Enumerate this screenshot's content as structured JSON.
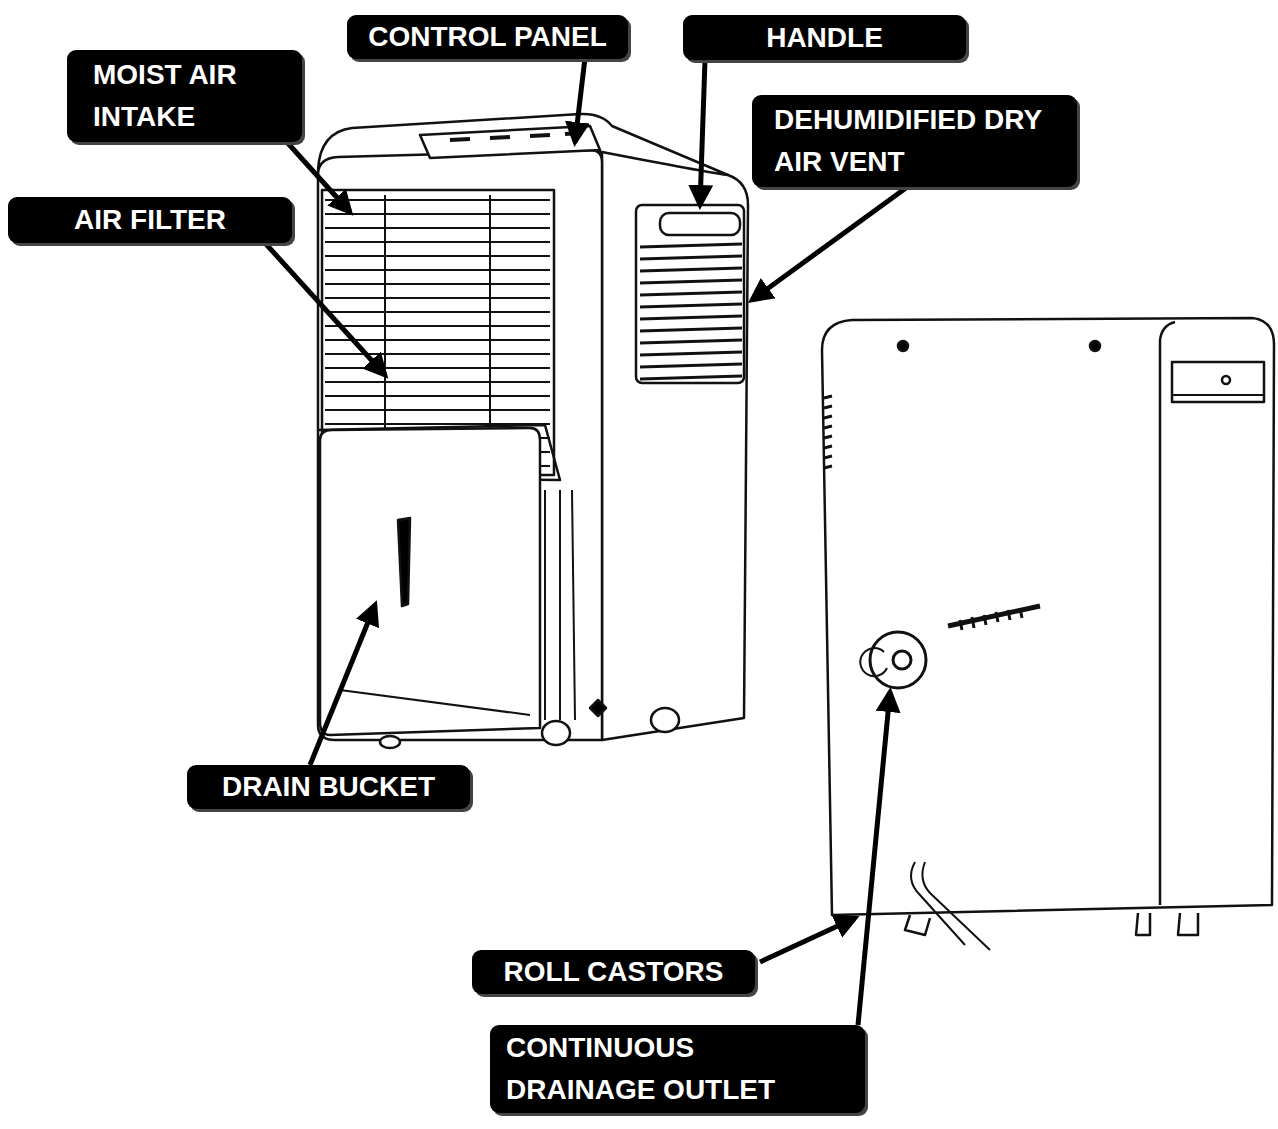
{
  "diagram": {
    "nodes": [
      {
        "text": [
          "MOIST AIR INTAKE"
        ]
      },
      {
        "text": [
          "CONTROL PANEL"
        ]
      },
      {
        "text": [
          "HANDLE"
        ]
      },
      {
        "text": [
          "DEHUMIDIFIED DRY AIR VENT"
        ]
      },
      {
        "text": [
          "AIR FILTER"
        ]
      },
      {
        "text": [
          "DRAIN BUCKET"
        ]
      },
      {
        "text": [
          "ROLL CASTORS"
        ]
      },
      {
        "text": [
          "CONTINUOUS DRAINAGE OUTLET"
        ]
      }
    ]
  }
}
